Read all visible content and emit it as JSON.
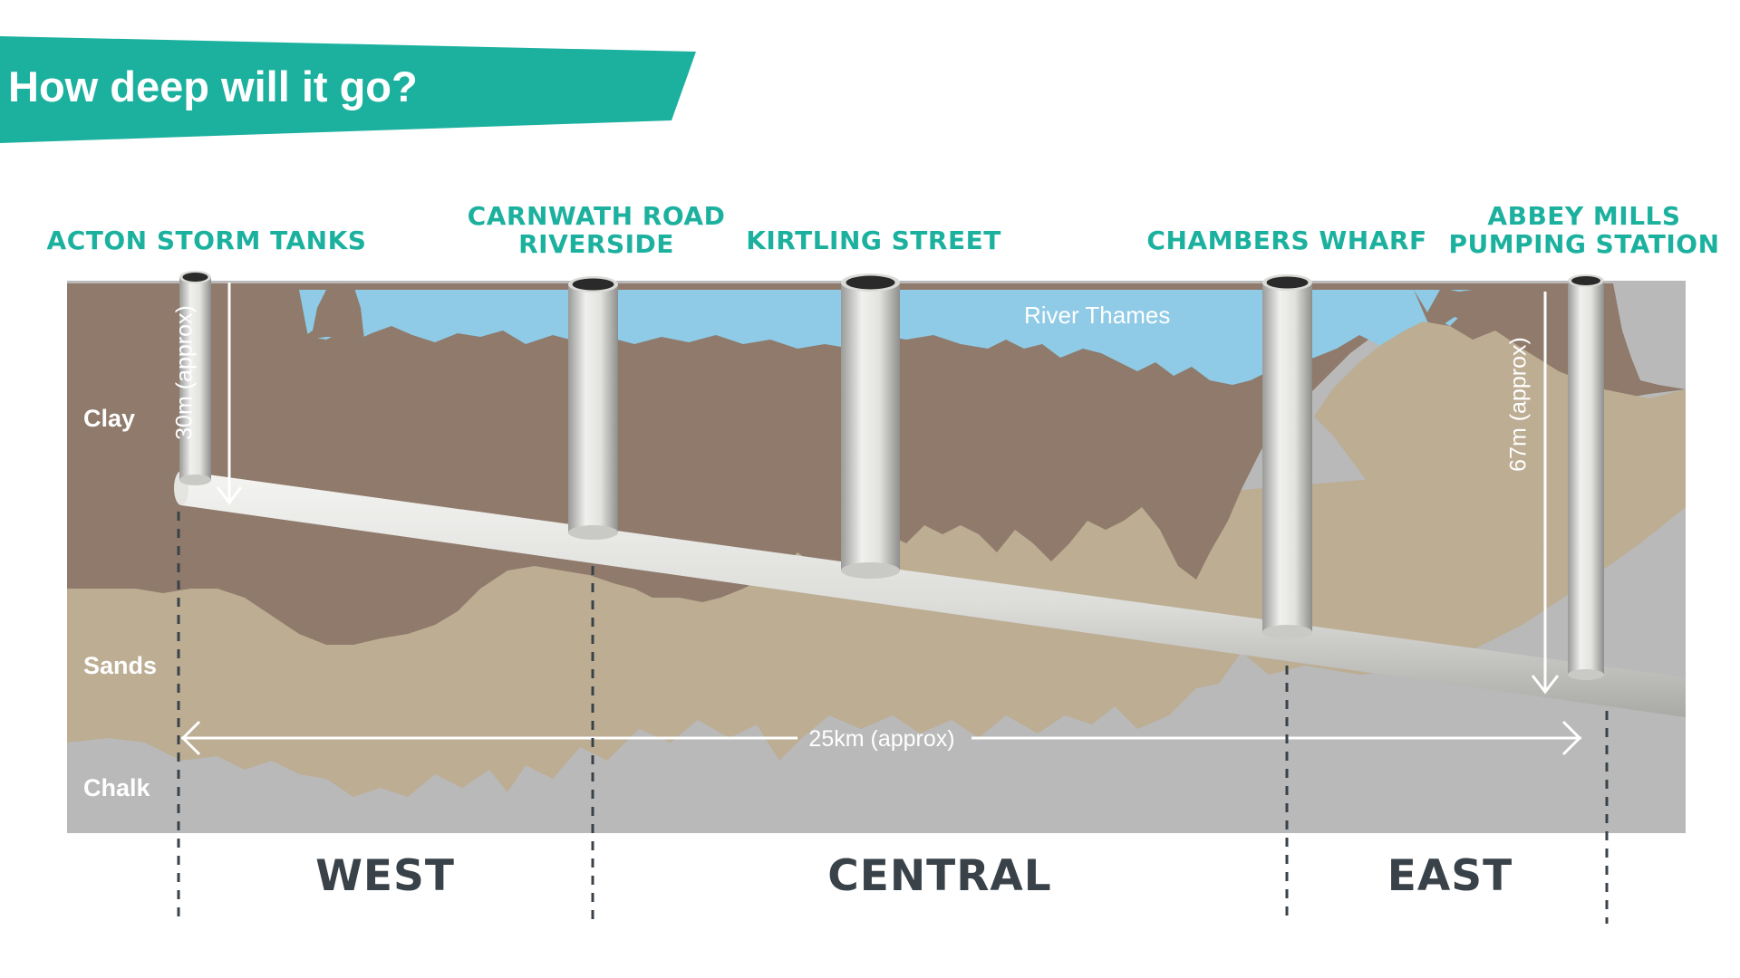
{
  "title": "How deep will it go?",
  "colors": {
    "accent": "#1bb19e",
    "clay": "#8f7a6b",
    "sands": "#bcad93",
    "chalk": "#b9b9b9",
    "river": "#8fcbe6",
    "tunnel": "#e6e6e4",
    "zone_text": "#3a4249"
  },
  "sites": [
    {
      "id": "acton",
      "name": "ACTON STORM TANKS"
    },
    {
      "id": "carnwath",
      "name": "CARNWATH ROAD\nRIVERSIDE"
    },
    {
      "id": "kirtling",
      "name": "KIRTLING STREET"
    },
    {
      "id": "chambers",
      "name": "CHAMBERS WHARF"
    },
    {
      "id": "abbey",
      "name": "ABBEY MILLS\nPUMPING STATION"
    }
  ],
  "layers": {
    "clay": "Clay",
    "sands": "Sands",
    "chalk": "Chalk"
  },
  "river_label": "River Thames",
  "measurements": {
    "west_depth": "30m (approx)",
    "east_depth": "67m (approx)",
    "length": "25km (approx)"
  },
  "zones": {
    "west": "WEST",
    "central": "CENTRAL",
    "east": "EAST"
  }
}
